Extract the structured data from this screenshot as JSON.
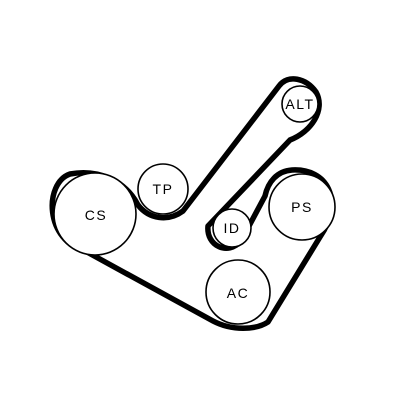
{
  "diagram": {
    "pulleys": {
      "alt": {
        "label": "ALT"
      },
      "tp": {
        "label": "TP"
      },
      "cs": {
        "label": "CS"
      },
      "id": {
        "label": "ID"
      },
      "ps": {
        "label": "PS"
      },
      "ac": {
        "label": "AC"
      }
    },
    "colors": {
      "line": "#000000",
      "background": "#ffffff"
    }
  }
}
